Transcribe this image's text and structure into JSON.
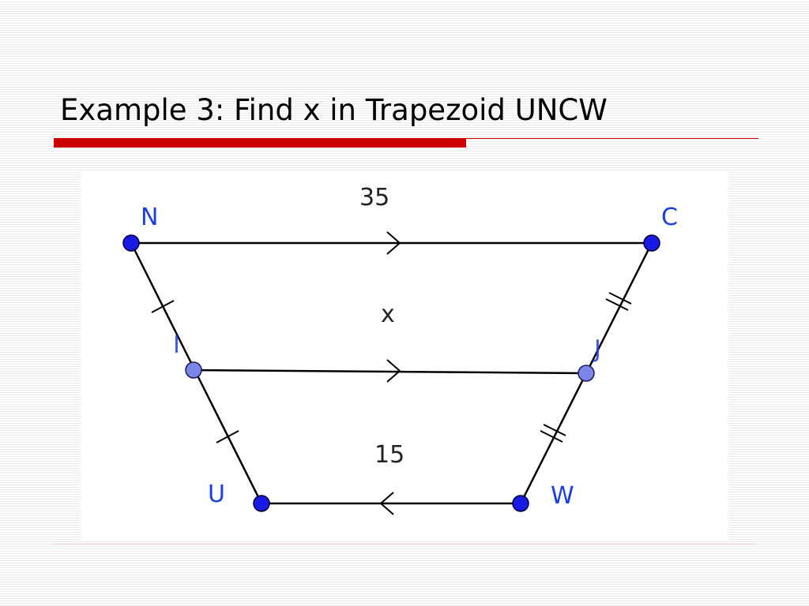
{
  "slide": {
    "title": "Example 3:  Find x in Trapezoid UNCW"
  },
  "diagram": {
    "vertices": {
      "N": "N",
      "C": "C",
      "U": "U",
      "W": "W",
      "midpoint_left": "I",
      "midpoint_right": "J"
    },
    "lengths": {
      "top_base": "35",
      "midsegment": "x",
      "bottom_base": "15"
    }
  },
  "colors": {
    "vertex_point": "#1a1ae6",
    "midpoint_point": "#7b86e8",
    "vertex_label": "#1a3fe0",
    "segment": "#000000",
    "title_accent": "#cc0000"
  }
}
